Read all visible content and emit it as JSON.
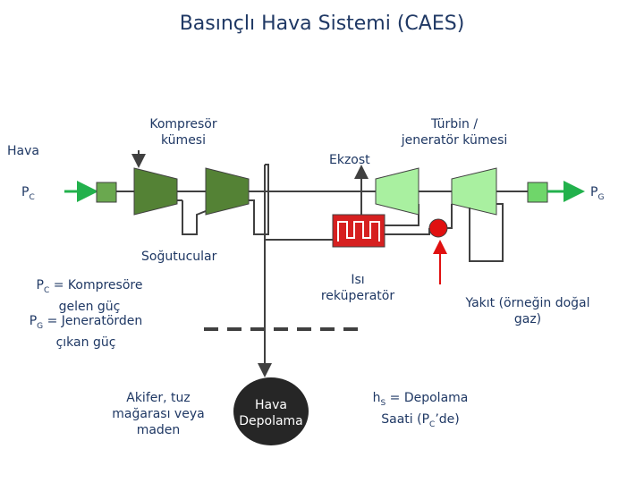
{
  "title": "Basınçlı Hava Sistemi (CAES)",
  "labels": {
    "hava": "Hava",
    "kompresor": "Kompresör\nkümesi",
    "turbin": "Türbin /\njeneratör kümesi",
    "ekzost": "Ekzost",
    "pc": "P",
    "pc_sub": "C",
    "pg": "P",
    "pg_sub": "G",
    "sogutucular": "Soğutucular",
    "isi": "Isı\nreküperatör",
    "yakit": "Yakıt (örneğin doğal\ngaz)",
    "legend_pc_p": "P",
    "legend_pc_sub": "C",
    "legend_pc_rest": " = Kompresöre",
    "legend_pc_line2": "gelen güç",
    "legend_pg_p": "P",
    "legend_pg_sub": "G",
    "legend_pg_rest": " = Jeneratörden",
    "legend_pg_line2": "çıkan güç",
    "akifer": "Akifer, tuz\nmağarası veya\nmaden",
    "storage": "Hava\nDepolama",
    "hs_h": "h",
    "hs_sub": "S",
    "hs_rest": " = Depolama",
    "hs_line2_a": "Saati (P",
    "hs_line2_sub": "C",
    "hs_line2_b": "’de)"
  },
  "colors": {
    "compressor": "#548235",
    "turbine": "#a9f0a0",
    "motor_compressor": "#6aa84f",
    "motor_turbine": "#6fd66a",
    "pipe": "#404040",
    "heater": "#d62020",
    "fuel": "#e01010",
    "arrow_green": "#22b14c",
    "storage": "#262626",
    "text": "#1f3864"
  }
}
